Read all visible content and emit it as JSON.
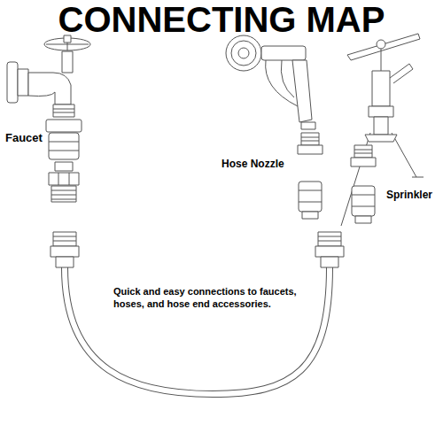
{
  "diagram": {
    "title": "CONNECTING MAP",
    "labels": [
      "Faucet",
      "Hose Nozzle",
      "Sprinkler",
      "Quick and easy connections to faucets, hoses, and hose end accessories."
    ]
  }
}
